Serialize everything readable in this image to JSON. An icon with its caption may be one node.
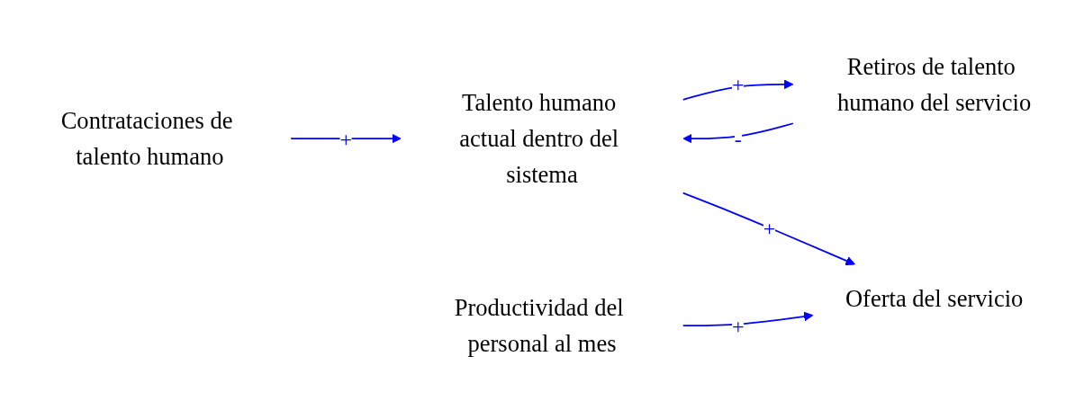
{
  "diagram": {
    "nodes": [
      {
        "text": [
          "Contrataciones de talento humano"
        ]
      },
      {
        "text": [
          "Talento humano actual dentro del sistema"
        ]
      },
      {
        "text": [
          "Retiros de talento humano del servicio"
        ]
      },
      {
        "text": [
          "Productividad del personal al mes"
        ]
      },
      {
        "text": [
          "Oferta del servicio"
        ]
      }
    ],
    "edges": [
      {
        "from": 0,
        "to": 1,
        "arrow": "to",
        "label": "+"
      },
      {
        "from": 2,
        "to": 1,
        "arrow": "to",
        "label": "-"
      },
      {
        "from": 1,
        "to": 2,
        "arrow": "to",
        "label": "+"
      },
      {
        "from": 1,
        "to": 4,
        "arrow": "to",
        "label": "+"
      },
      {
        "from": 3,
        "to": 4,
        "arrow": "to",
        "label": "+"
      }
    ]
  }
}
